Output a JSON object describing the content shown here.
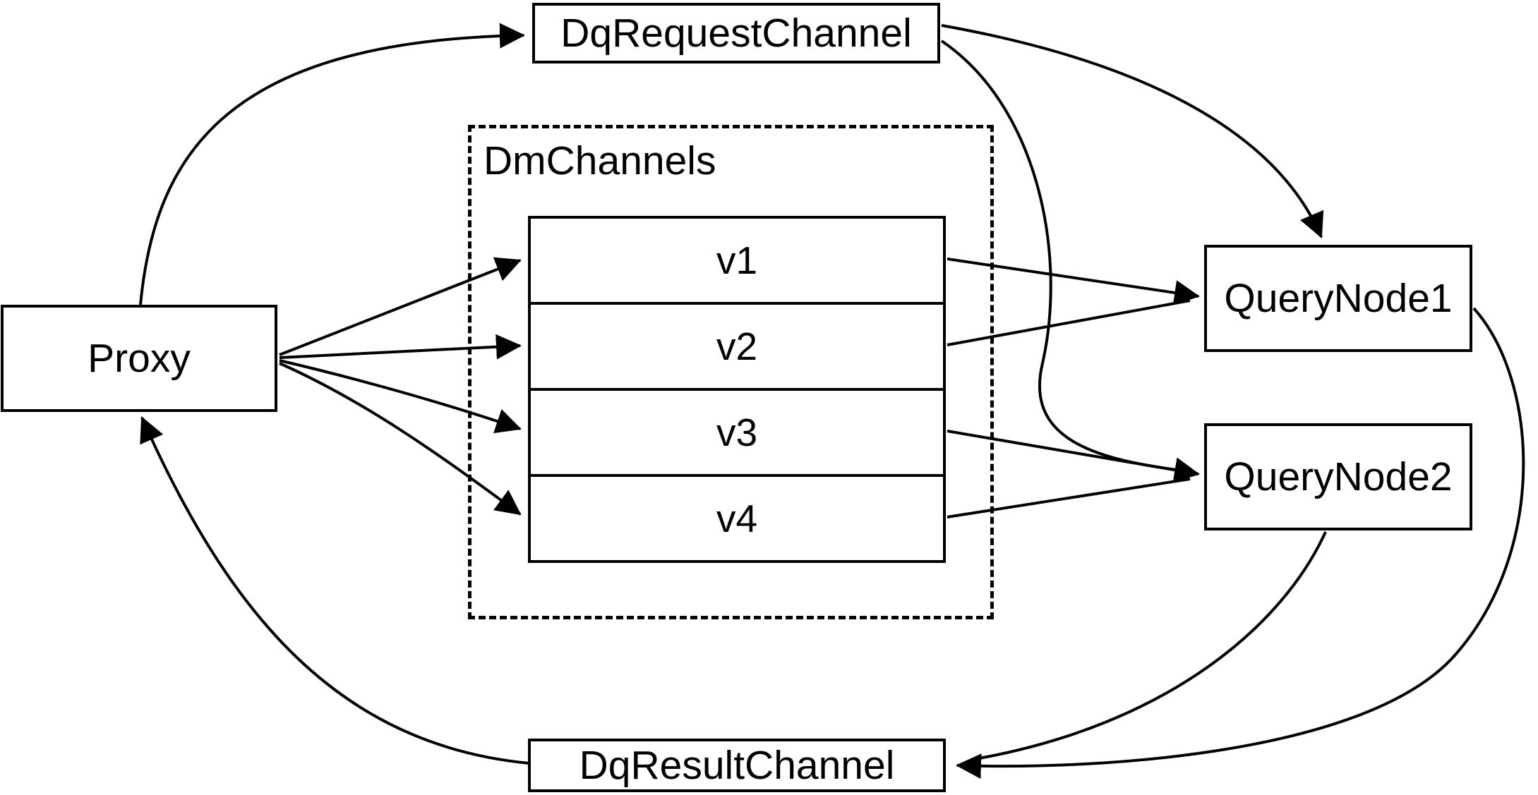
{
  "diagram": {
    "background_color": "#ffffff",
    "stroke_color": "#000000",
    "nodes": {
      "proxy": {
        "label": "Proxy"
      },
      "dq_request_channel": {
        "label": "DqRequestChannel"
      },
      "dm_channels_group": {
        "label": "DmChannels"
      },
      "channels": [
        {
          "label": "v1"
        },
        {
          "label": "v2"
        },
        {
          "label": "v3"
        },
        {
          "label": "v4"
        }
      ],
      "query_node_1": {
        "label": "QueryNode1"
      },
      "query_node_2": {
        "label": "QueryNode2"
      },
      "dq_result_channel": {
        "label": "DqResultChannel"
      }
    },
    "edges": [
      {
        "from": "Proxy",
        "to": "DqRequestChannel"
      },
      {
        "from": "Proxy",
        "to": "v1"
      },
      {
        "from": "Proxy",
        "to": "v2"
      },
      {
        "from": "Proxy",
        "to": "v3"
      },
      {
        "from": "Proxy",
        "to": "v4"
      },
      {
        "from": "v1",
        "to": "QueryNode1"
      },
      {
        "from": "v2",
        "to": "QueryNode1"
      },
      {
        "from": "v3",
        "to": "QueryNode2"
      },
      {
        "from": "v4",
        "to": "QueryNode2"
      },
      {
        "from": "DqRequestChannel",
        "to": "QueryNode1"
      },
      {
        "from": "DqRequestChannel",
        "to": "QueryNode2"
      },
      {
        "from": "QueryNode1",
        "to": "DqResultChannel"
      },
      {
        "from": "QueryNode2",
        "to": "DqResultChannel"
      },
      {
        "from": "DqResultChannel",
        "to": "Proxy"
      }
    ]
  }
}
